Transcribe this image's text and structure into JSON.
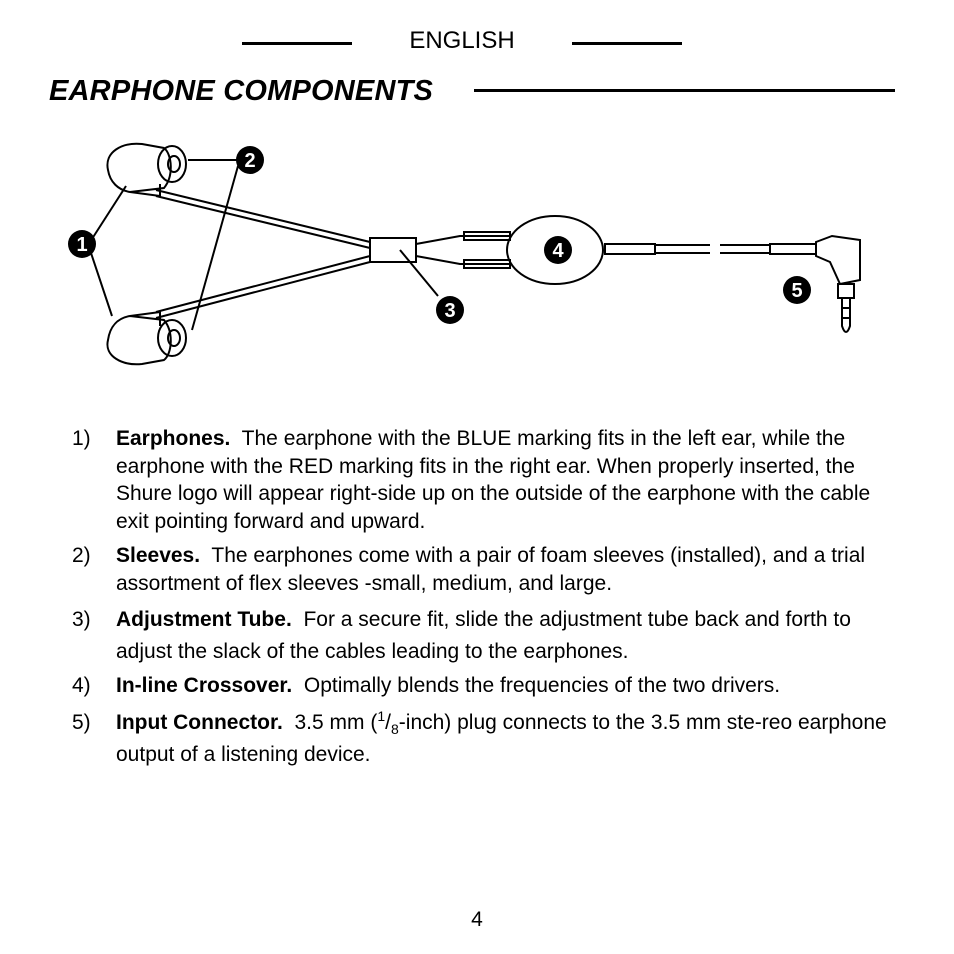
{
  "header": {
    "language": "ENGLISH"
  },
  "section": {
    "title": "EARPHONE COMPONENTS"
  },
  "callouts": [
    "1",
    "2",
    "3",
    "4",
    "5"
  ],
  "items": [
    {
      "num": "1)",
      "head": "Earphones.",
      "body": "The earphone with the BLUE marking fits in the left ear, while the earphone with the RED marking fits in the right ear. When properly inserted, the Shure logo will appear right-side up on the outside of the earphone with the cable exit pointing forward and upward."
    },
    {
      "num": "2)",
      "head": "Sleeves.",
      "body": "The earphones come with a pair of foam sleeves (installed), and a trial assortment of flex sleeves -small, medium, and large."
    },
    {
      "num": "3)",
      "head": "Adjustment Tube.",
      "body": "For a secure fit, slide the adjustment tube back and forth to adjust the slack of the cables leading to the earphones."
    },
    {
      "num": "4)",
      "head": "In-line Crossover.",
      "body": "Optimally blends the frequencies of the two drivers."
    },
    {
      "num": "5)",
      "head": "Input Connector.",
      "body_pre": "3.5 mm (",
      "sup": "1",
      "slash": "/",
      "sub": "8",
      "body_post": "-inch) plug connects to the 3.5 mm ste-reo earphone output of a listening device."
    }
  ],
  "footer": {
    "page_number": "4"
  }
}
